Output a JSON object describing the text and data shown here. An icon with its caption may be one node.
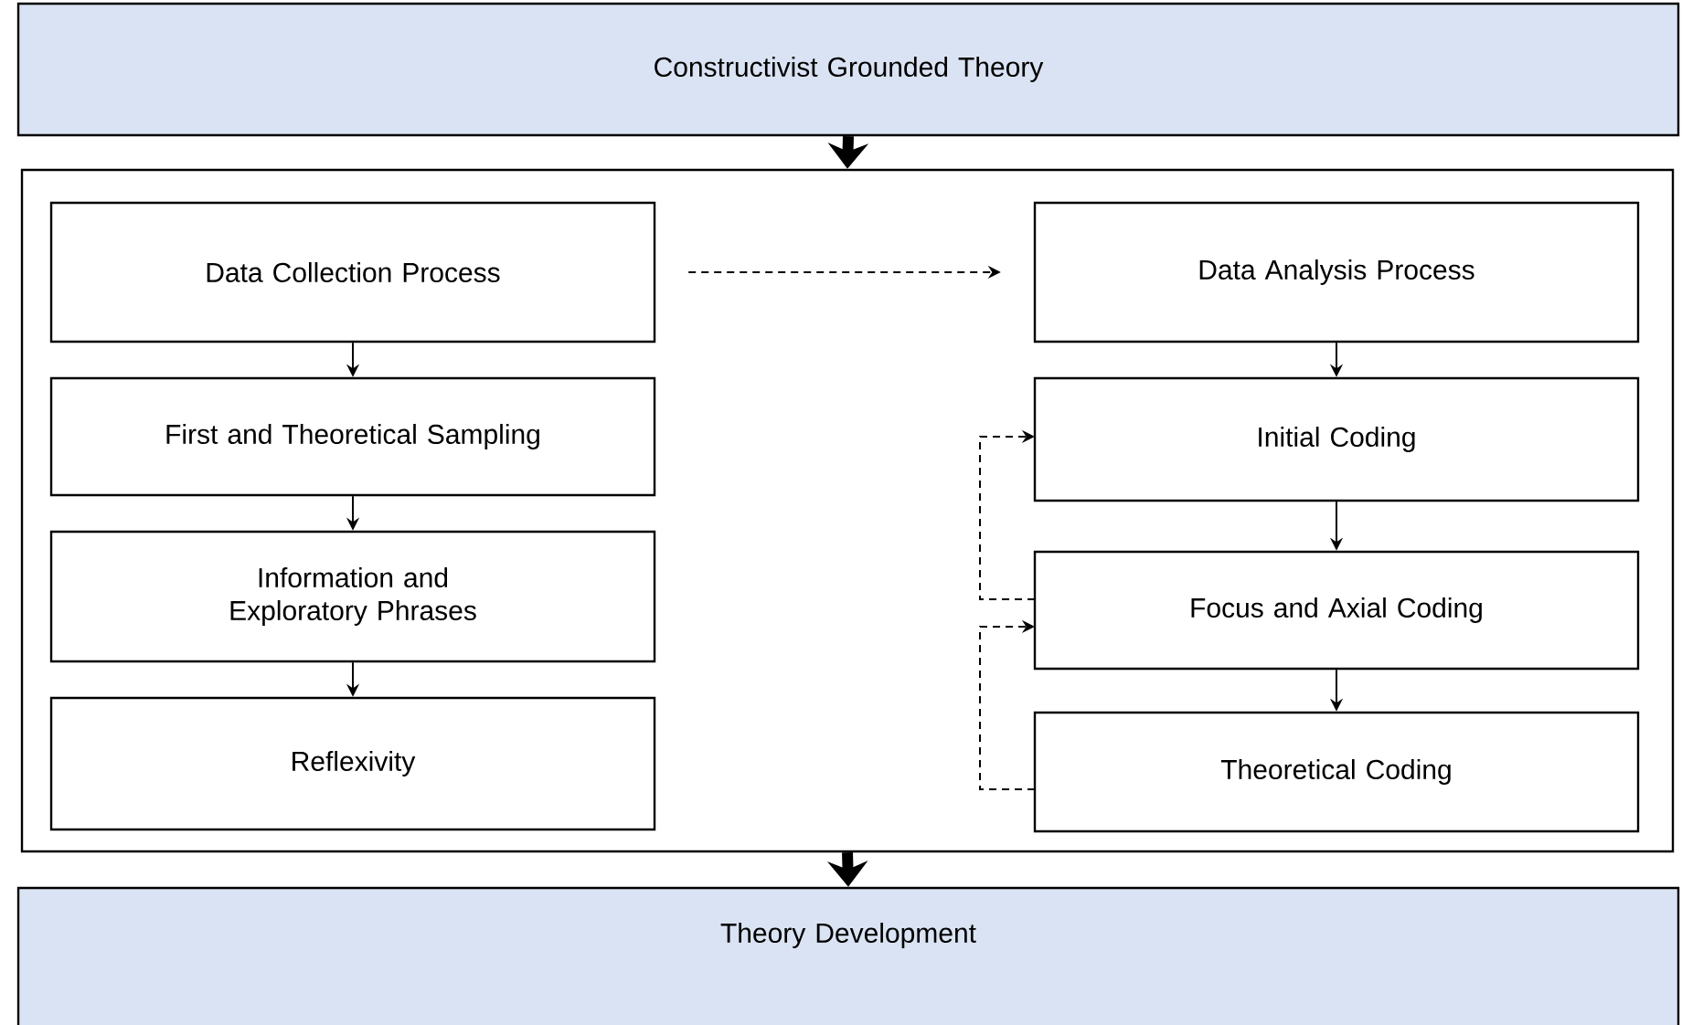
{
  "diagram": {
    "nodes": [
      {
        "text": [
          "Constructivist Grounded Theory"
        ]
      },
      {
        "text": [],
        "shape": "box"
      },
      {
        "text": [
          "Data Collection Process"
        ],
        "in": 1
      },
      {
        "text": [
          "First and Theoretical Sampling"
        ],
        "in": 1
      },
      {
        "text": [
          "Information and Exploratory Phrases"
        ],
        "in": 1
      },
      {
        "text": [
          "Reflexivity"
        ],
        "in": 1
      },
      {
        "text": [
          "Data Analysis Process"
        ],
        "in": 1
      },
      {
        "text": [
          "Initial Coding"
        ],
        "in": 1
      },
      {
        "text": [
          "Focus and Axial Coding"
        ],
        "in": 1
      },
      {
        "text": [
          "Theoretical Coding"
        ],
        "in": 1
      },
      {
        "text": [
          "Theory Development"
        ]
      }
    ],
    "edges": [
      {
        "from": 0,
        "to": 1,
        "arrow": "to",
        "style": "thick"
      },
      {
        "from": 2,
        "to": 6,
        "arrow": "to",
        "style": "dashed"
      },
      {
        "from": 2,
        "to": 3,
        "arrow": "to"
      },
      {
        "from": 3,
        "to": 4,
        "arrow": "to"
      },
      {
        "from": 4,
        "to": 5,
        "arrow": "to"
      },
      {
        "from": 6,
        "to": 7,
        "arrow": "to"
      },
      {
        "from": 7,
        "to": 8,
        "arrow": "to"
      },
      {
        "from": 8,
        "to": 9,
        "arrow": "to"
      },
      {
        "from": 8,
        "to": 7,
        "arrow": "to",
        "style": "dashed"
      },
      {
        "from": 9,
        "to": 8,
        "arrow": "to",
        "style": "dashed"
      },
      {
        "from": 1,
        "to": 10,
        "arrow": "to",
        "style": "thick"
      }
    ]
  }
}
